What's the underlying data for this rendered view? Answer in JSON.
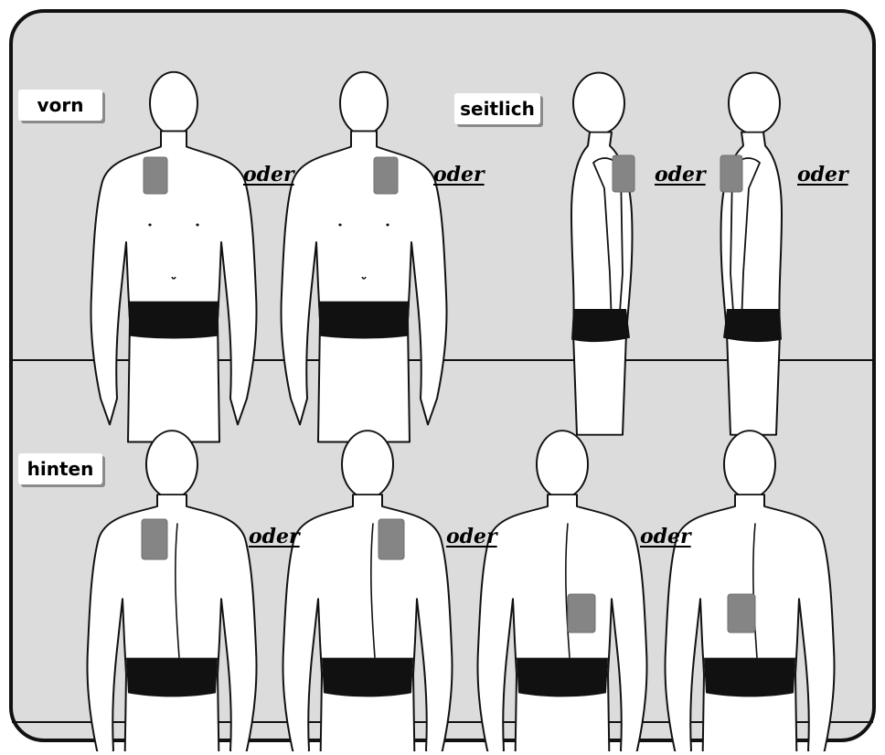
{
  "labels": {
    "front": "vorn",
    "side": "seitlich",
    "back": "hinten"
  },
  "connector": "oder",
  "colors": {
    "background": "#dcdcdc",
    "frame": "#111111",
    "patch": "#858585",
    "briefs": "#111111",
    "skin": "#ffffff"
  }
}
